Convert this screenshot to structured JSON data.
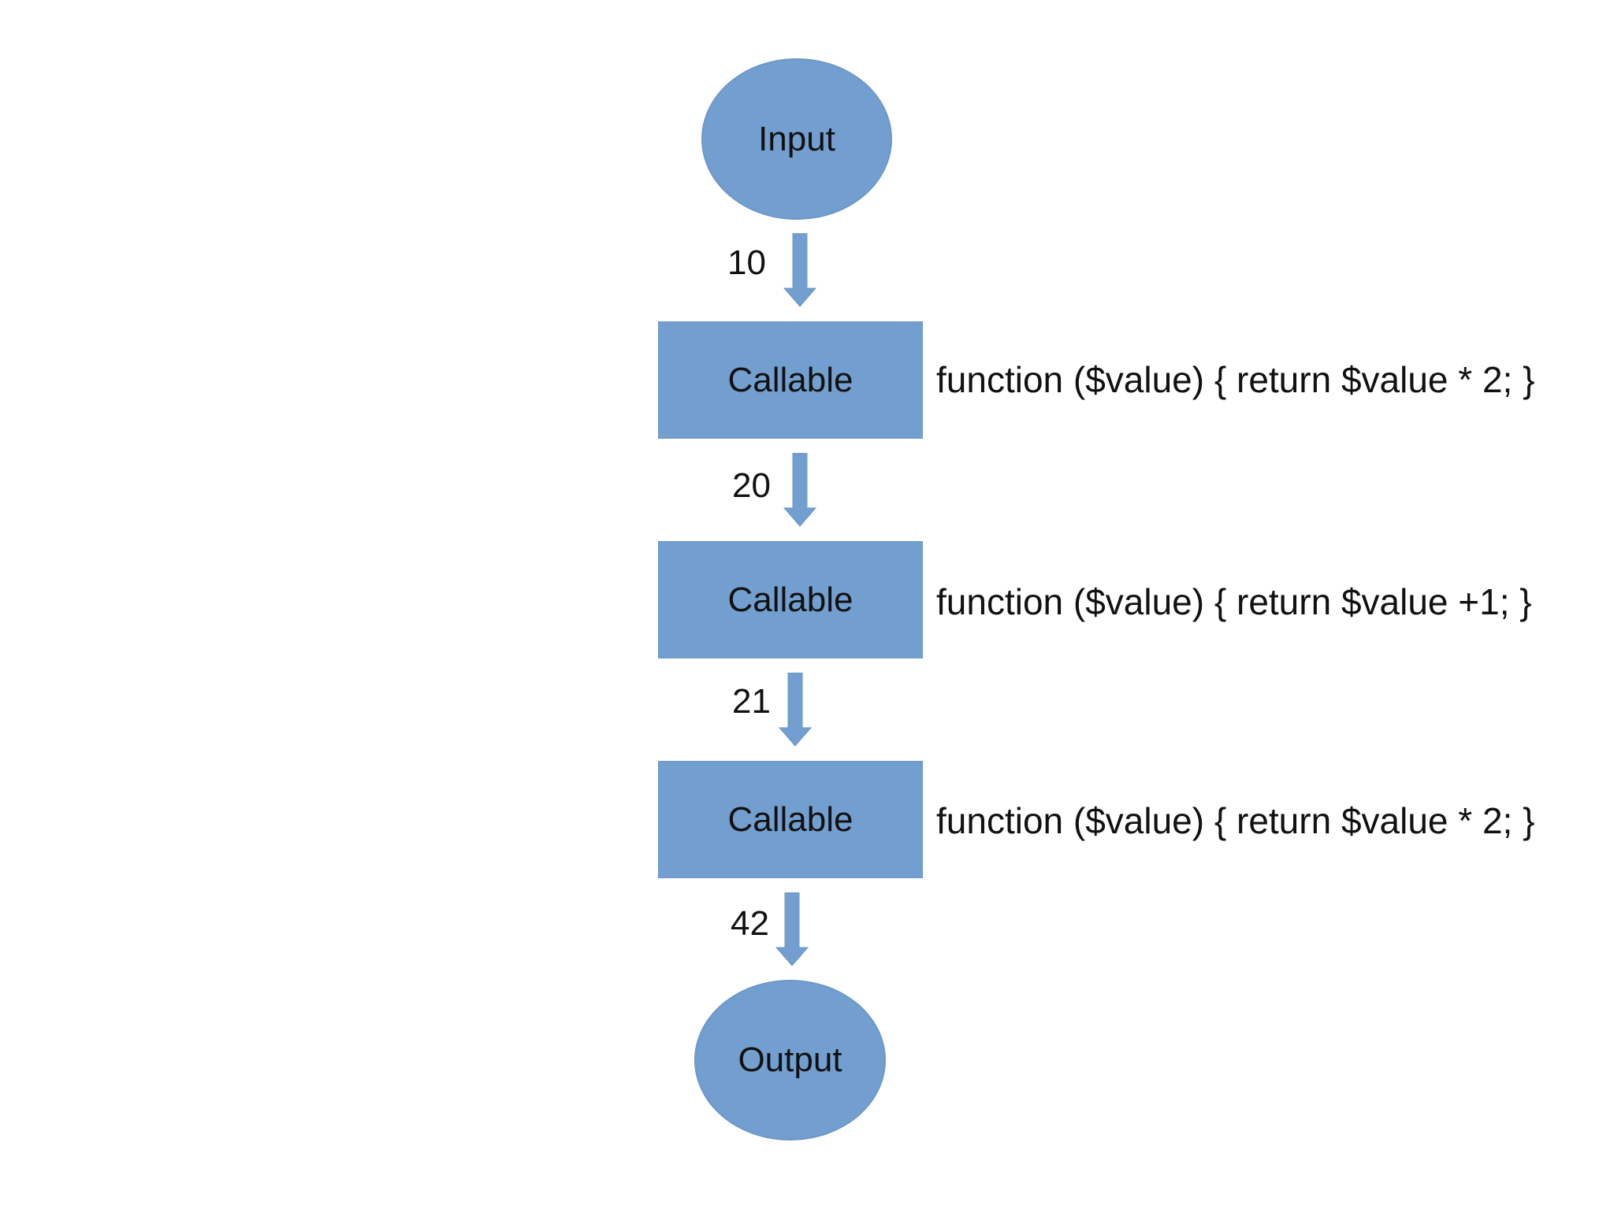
{
  "nodes": {
    "input": "Input",
    "callable_1": "Callable",
    "callable_2": "Callable",
    "callable_3": "Callable",
    "output": "Output"
  },
  "edges": {
    "e1": "10",
    "e2": "20",
    "e3": "21",
    "e4": "42"
  },
  "functions": {
    "f1": "function ($value) { return $value * 2; }",
    "f2": "function ($value) { return $value +1; }",
    "f3": "function ($value) { return $value * 2; }"
  },
  "colors": {
    "node_fill": "#729fcf",
    "node_border": "#6d98c6",
    "text": "#111111"
  },
  "icons": {
    "arrow": "arrow-down-icon"
  }
}
